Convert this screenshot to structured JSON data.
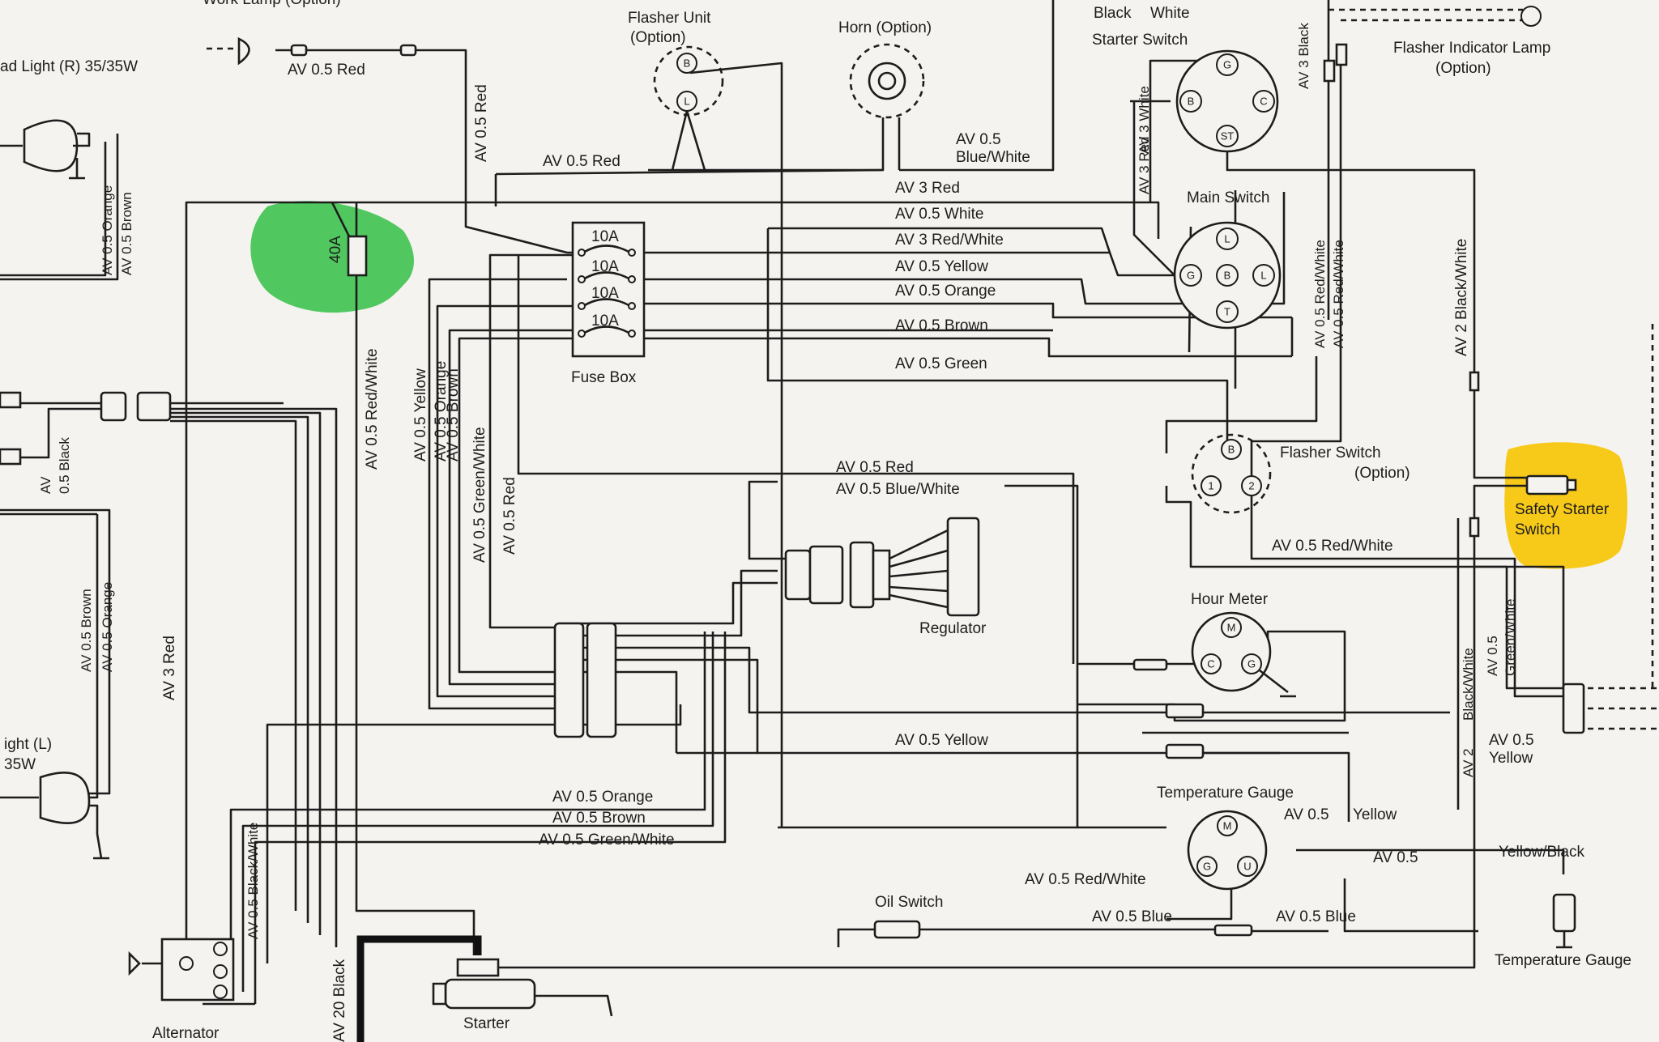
{
  "diagram": {
    "components": {
      "work_lamp": "Work Lamp (Option)",
      "head_light_r": "ad Light (R) 35/35W",
      "head_light_l_1": "ight (L)",
      "head_light_l_2": "35W",
      "flasher_unit_1": "Flasher Unit",
      "flasher_unit_2": "(Option)",
      "horn": "Horn (Option)",
      "starter_switch": "Starter Switch",
      "flasher_indicator_1": "Flasher Indicator Lamp",
      "flasher_indicator_2": "(Option)",
      "main_switch": "Main Switch",
      "fuse_box": "Fuse Box",
      "flasher_switch_1": "Flasher  Switch",
      "flasher_switch_2": "(Option)",
      "safety_starter_1": "Safety Starter",
      "safety_starter_2": "Switch",
      "regulator": "Regulator",
      "hour_meter": "Hour Meter",
      "temp_gauge": "Temperature Gauge",
      "temp_gauge_sender": "Temperature Gauge",
      "oil_switch": "Oil Switch",
      "alternator": "Alternator",
      "starter": "Starter"
    },
    "fuses": {
      "main": "40A",
      "f1": "10A",
      "f2": "10A",
      "f3": "10A",
      "f4": "10A"
    },
    "pins": {
      "b": "B",
      "l": "L",
      "g": "G",
      "c": "C",
      "m": "M",
      "u": "U",
      "t": "T",
      "st": "ST",
      "one": "1",
      "two": "2",
      "g_top": "G"
    },
    "wires": {
      "av05red_top": "AV 0.5 Red",
      "av05red_vert": "AV 0.5 Red",
      "av05red_fb": "AV 0.5 Red",
      "av05_bluewhite_horn_1": "AV 0.5",
      "av05_bluewhite_horn_2": "Blue/White",
      "av3red_main": "AV 3 Red",
      "av05white": "AV 0.5 White",
      "av3redwhite": "AV 3 Red/White",
      "av05yellow_h": "AV 0.5 Yellow",
      "av05orange_h": "AV 0.5 Orange",
      "av05brown_h": "AV 0.5 Brown",
      "av05green_h": "AV 0.5 Green",
      "av05orange_l": "AV 0.5 Orange",
      "av05brown_l": "AV 0.5 Brown",
      "av05red_l": "AV 0.5 Red/White",
      "av05yellow_v": "AV 0.5 Yellow",
      "av05orange_v": "AV 0.5 Orange",
      "av05brown_v": "AV 0.5 Brown",
      "av05greenwhite_v": "AV 0.5 Green/White",
      "av05red_v": "AV 0.5 Red",
      "av05red_reg": "AV 0.5 Red",
      "av05bluewhite_reg": "AV 0.5 Blue/White",
      "av3white_ss": "AV 3 White",
      "av3red_ss": "AV 3 Red",
      "black": "Black",
      "white": "White",
      "av3black": "AV 3 Black",
      "av05redwhite_ms": "AV 0.5 Red/White",
      "av05redwhite_ms2": "AV 0.5 Red/White",
      "av2blackwhite": "AV 2 Black/White",
      "av05redwhite_fs": "AV 0.5 Red/White",
      "av05_greenwhite_r_1": "AV 0.5",
      "av05_greenwhite_r_2": "Green/White",
      "av2blackwhite_r": "Black/White",
      "av2": "AV 2",
      "av05yellow_r_1": "AV 0.5",
      "av05yellow_r_2": "Yellow",
      "av05yellow_mid": "AV 0.5 Yellow",
      "av05yellow_tg_1": "AV 0.5",
      "av05yellow_tg_2": "Yellow",
      "av05_yb_1": "AV 0.5",
      "av05_yb_2": "Yellow/Black",
      "av05redwhite_tg": "AV 0.5 Red/White",
      "av05blue_1": "AV 0.5 Blue",
      "av05blue_2": "AV 0.5 Blue",
      "av05orange_hl": "AV 0.5 Orange",
      "av05brown_hl": "AV 0.5 Brown",
      "av05black": "AV",
      "av05black_2": "0.5 Black",
      "av05brown_hll": "AV 0.5 Brown",
      "av05orange_hll": "AV 0.5 Orange",
      "av3red_left": "AV 3 Red",
      "av05blackwhite": "AV 0.5 Black/White",
      "av20black": "AV 20 Black",
      "av05greenwhite_l": "AV 0.5 Green/White"
    },
    "highlights": {
      "green": "#3fc34f",
      "yellow": "#f7c400"
    }
  }
}
